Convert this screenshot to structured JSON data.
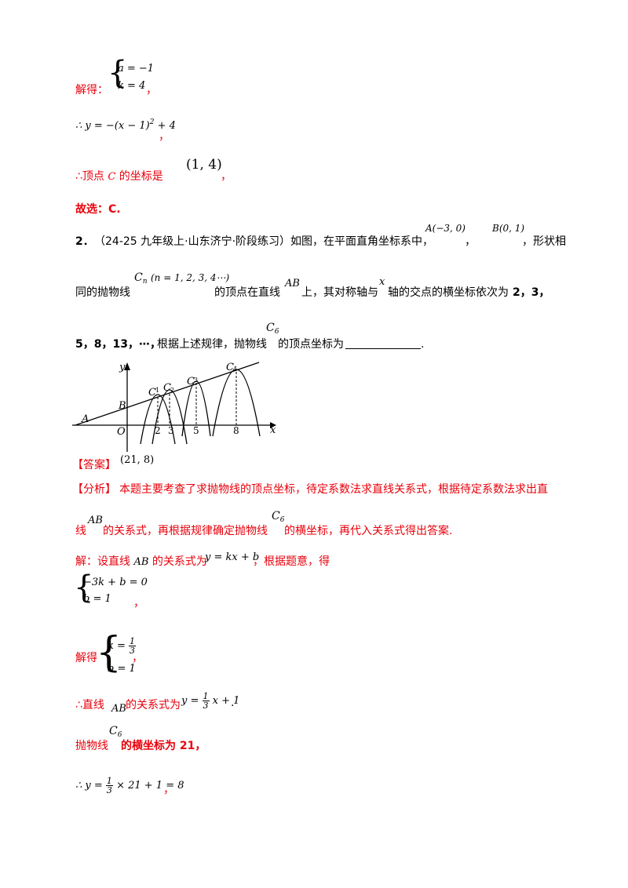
{
  "sol1": {
    "system_a": "a = −1",
    "system_k": "k = 4",
    "jiede": "解得：",
    "comma": "，",
    "eq_left": "∴ y = −(x − 1)",
    "eq_exp": "2",
    "eq_right": " + 4",
    "eq_comma": "，",
    "vertex_prefix": "∴顶点 ",
    "vertex_C": "C",
    "vertex_mid": " 的坐标是",
    "vertex_val": "(1, 4)",
    "vertex_comma": "，",
    "choice": "故选：C."
  },
  "q2": {
    "number": "2．",
    "source": "（24-25 九年级上·山东济宁·阶段练习）如图，在平面直角坐标系中，",
    "pointA": "A(−3, 0)",
    "pointB": "B(0, 1)",
    "sep": "，",
    "after_B": "，形状相",
    "line2_a": "同的抛物线",
    "Cn": "C",
    "Cn_sub": "n",
    "Cn_cond": "(n = 1, 2, 3, 4⋯)",
    "line2_b": "的顶点在直线",
    "AB": "AB",
    "line2_c": "上，其对称轴与",
    "x": "x",
    "line2_d": "轴的交点的横坐标依次为",
    "seq1": "2，3，",
    "seq2": "5，8，13，⋯，",
    "line3_a": "根据上述规律，抛物线",
    "C6": "C",
    "C6_sub": "6",
    "line3_b": "的顶点坐标为",
    "period": "."
  },
  "figure": {
    "labels": {
      "y": "y",
      "x": "x",
      "O": "O",
      "A": "A",
      "B": "B",
      "C1": "C",
      "C1s": "1",
      "C2": "C",
      "C2s": "2",
      "C3": "C",
      "C3s": "3",
      "C4": "C",
      "C4s": "4",
      "t2": "2",
      "t3": "3",
      "t5": "5",
      "t8": "8"
    }
  },
  "answer": {
    "label": "【答案】",
    "value": "(21, 8)"
  },
  "analysis": {
    "label": "【分析】",
    "text1": "本题主要考查了求抛物线的顶点坐标，待定系数法求直线关系式，根据待定系数法求出直",
    "text2a": "线",
    "AB": "AB",
    "text2b": "的关系式，再根据规律确定抛物线",
    "C6": "C",
    "C6_sub": "6",
    "text2c": "的横坐标，再代入关系式得出答案."
  },
  "solution": {
    "intro_a": "解：设直线 ",
    "AB": "AB",
    "intro_b": " 的关系式为",
    "form": "y = kx + b",
    "intro_c": "，根据题意，得",
    "sys1": "−3k + b = 0",
    "sys2": "b = 1",
    "comma": "，",
    "jiede": "解得",
    "k_lhs": "k =",
    "k_num": "1",
    "k_den": "3",
    "b_val": "b = 1",
    "comma2": "，",
    "line_a": "∴直线",
    "AB2": "AB",
    "line_b": "的关系式为",
    "line_y": "y =",
    "line_num": "1",
    "line_den": "3",
    "line_rest": "x + 1",
    "line_period": ".",
    "c6_a": "抛物线",
    "C6": "C",
    "C6_sub": "6",
    "c6_b": "的横坐标为 21，",
    "final_a": "∴ y =",
    "final_num": "1",
    "final_den": "3",
    "final_rest": "× 21 + 1 = 8",
    "final_comma": "，"
  }
}
